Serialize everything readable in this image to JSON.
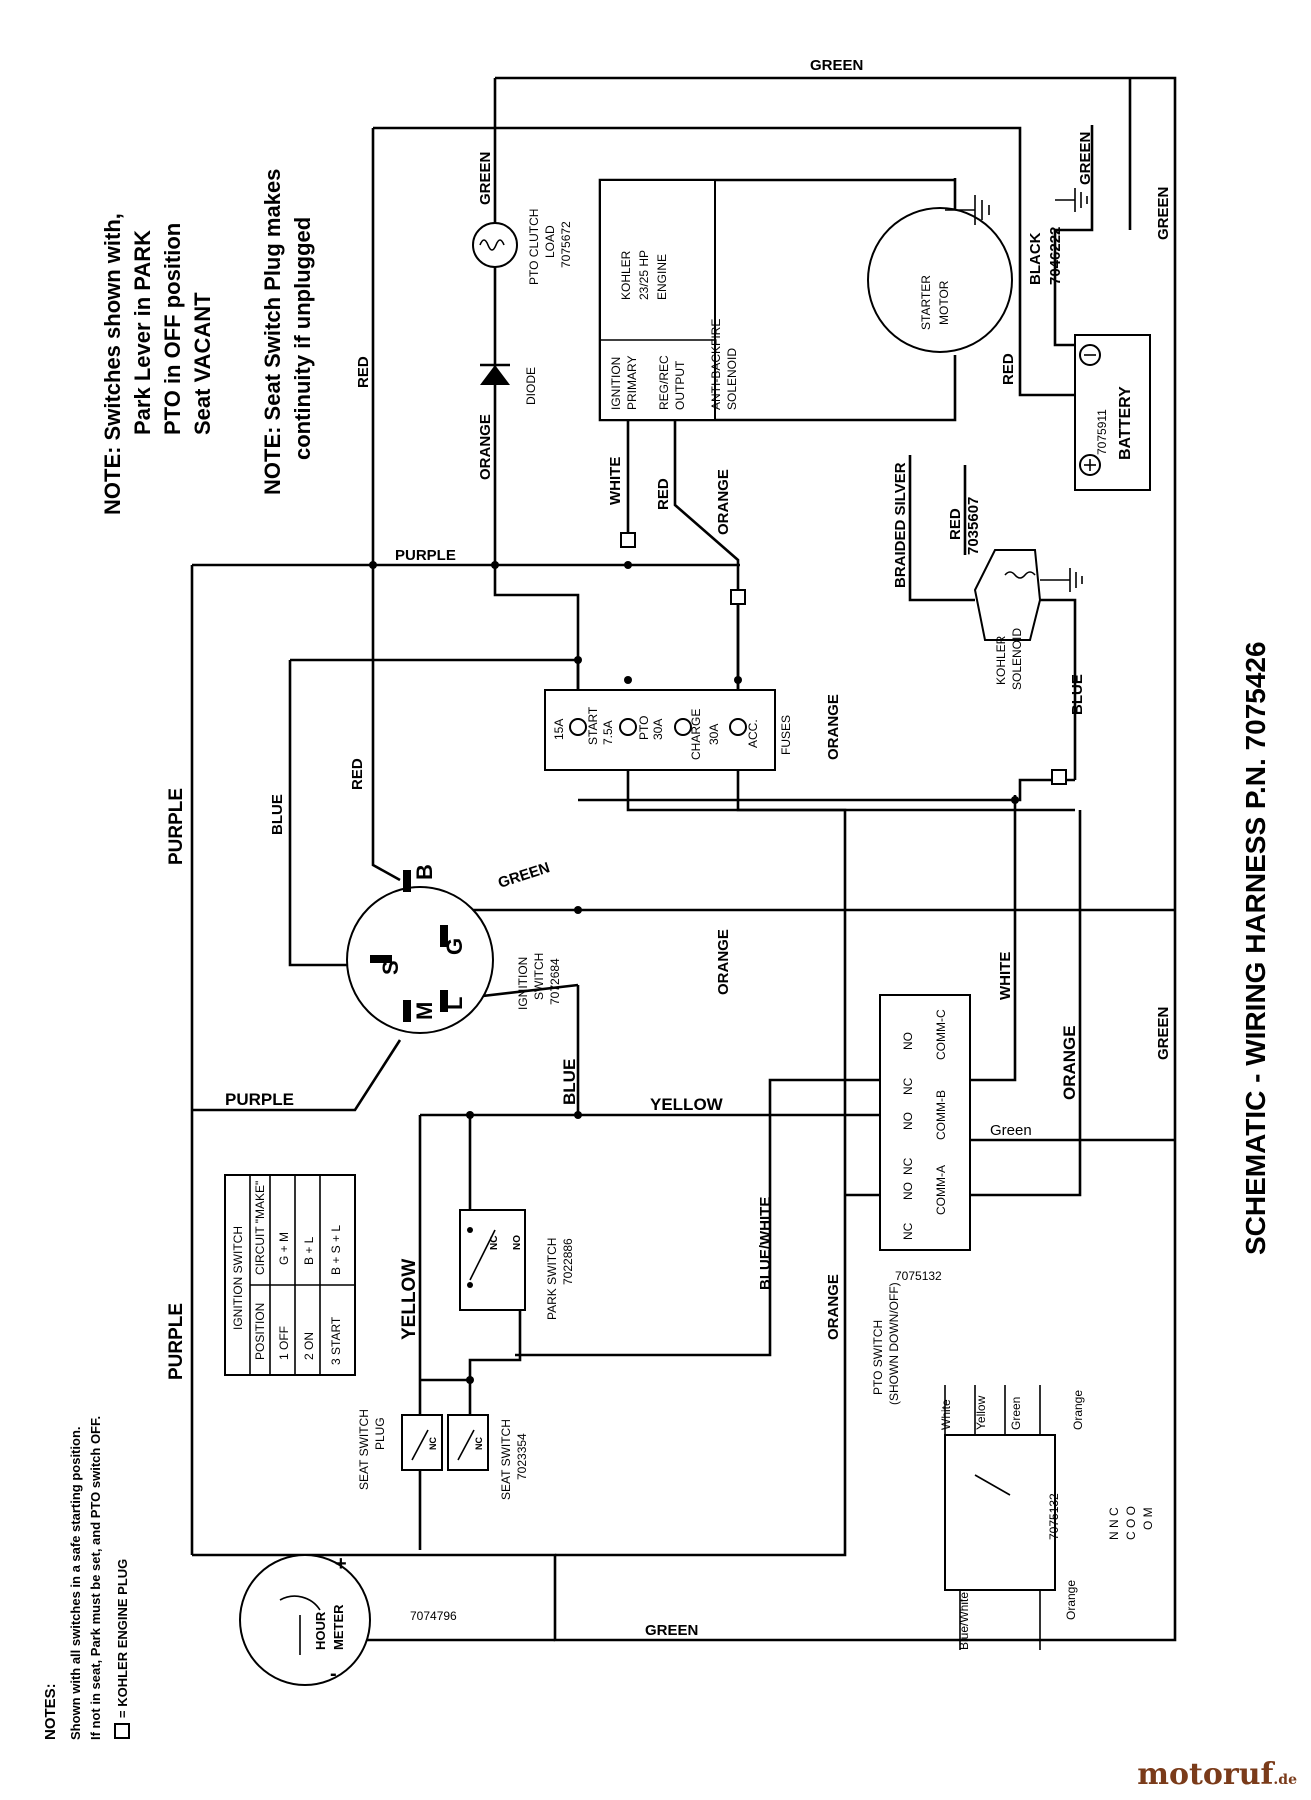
{
  "title": "SCHEMATIC - WIRING HARNESS P.N. 7075426",
  "notes_top": {
    "line1": "NOTE: Switches shown with,",
    "line2": "Park Lever in PARK",
    "line3": "PTO in OFF position",
    "line4": "Seat VACANT",
    "line5": "NOTE: Seat Switch Plug makes",
    "line6": "continuity if unplugged"
  },
  "notes_bottom": {
    "header": "NOTES:",
    "line1": "Shown with all switches in a safe starting position.",
    "line2": "If not in seat, Park must be set, and PTO switch OFF.",
    "line3": "= KOHLER ENGINE PLUG"
  },
  "components": {
    "engine": [
      "KOHLER",
      "23/25 HP",
      "ENGINE"
    ],
    "engine_ign": [
      "IGNITION",
      "PRIMARY"
    ],
    "engine_reg": [
      "REG/REC",
      "OUTPUT"
    ],
    "engine_ab": [
      "ANTI-BACKFIRE",
      "SOLENOID"
    ],
    "starter": [
      "STARTER",
      "MOTOR"
    ],
    "battery": "BATTERY",
    "battery_pn": "7075911",
    "black_cable": [
      "BLACK",
      "7046222"
    ],
    "red_cable": [
      "RED",
      "7035607"
    ],
    "pto_clutch": [
      "PTO CLUTCH",
      "LOAD",
      "7075672"
    ],
    "diode": "DIODE",
    "kohler_solenoid": [
      "KOHLER",
      "SOLENOID"
    ],
    "fuses": [
      "15A",
      "START",
      "7.5A",
      "PTO",
      "30A",
      "CHARGE",
      "30A",
      "ACC.",
      "FUSES"
    ],
    "ignition_switch": [
      "IGNITION",
      "SWITCH",
      "7072684"
    ],
    "ign_terminals": [
      "B",
      "S",
      "G",
      "M",
      "L"
    ],
    "pto_switch_pn": "7075132",
    "pto_switch_label": [
      "PTO SWITCH",
      "(SHOWN DOWN/OFF)"
    ],
    "pto_terminals": [
      "NC",
      "NO",
      "NC",
      "NO",
      "NC",
      "NO",
      "COMM-A",
      "COMM-B",
      "COMM-C"
    ],
    "park_switch": [
      "PARK SWITCH",
      "7022886"
    ],
    "seat_switch": [
      "SEAT SWITCH",
      "7023354"
    ],
    "seat_plug": [
      "SEAT SWITCH",
      "PLUG"
    ],
    "nc": "NC",
    "no": "NO",
    "hour_meter": [
      "HOUR",
      "METER"
    ],
    "hour_meter_pn": "7074796",
    "plus": "+",
    "minus": "-"
  },
  "ign_table": {
    "headers": [
      "IGNITION SWITCH",
      "POSITION",
      "CIRCUIT \"MAKE\""
    ],
    "rows": [
      [
        "1 OFF",
        "G + M"
      ],
      [
        "2 ON",
        "B + L"
      ],
      [
        "3 START",
        "B + S + L"
      ]
    ]
  },
  "pto_detail": {
    "top": [
      "White",
      "Yellow",
      "Green",
      "Orange"
    ],
    "bottom": [
      "Blue/White",
      "Orange"
    ],
    "pn": "7075132",
    "legend": [
      "N N C",
      "C O O",
      "O M"
    ]
  },
  "wires": {
    "green": "GREEN",
    "green_lc": "Green",
    "red": "RED",
    "purple": "PURPLE",
    "orange": "ORANGE",
    "white": "WHITE",
    "blue": "BLUE",
    "yellow": "YELLOW",
    "blue_white": "BLUE/WHITE",
    "braided_silver": "BRAIDED SILVER",
    "black": "BLACK"
  },
  "watermark": {
    "main": "motoruf",
    "suffix": ".de"
  }
}
